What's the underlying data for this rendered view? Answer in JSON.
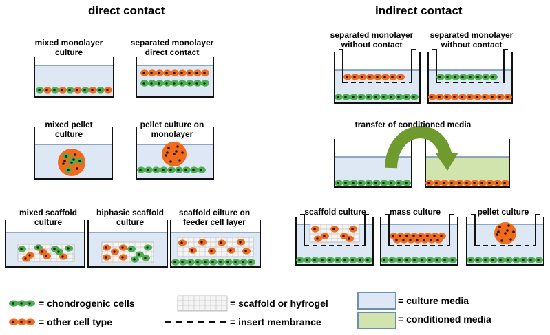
{
  "sections": {
    "direct": "direct contact",
    "indirect": "indirect contact"
  },
  "labels": {
    "mixed_monolayer": "mixed monolayer\nculture",
    "separated_direct": "separated monolayer\ndirect contact",
    "mixed_pellet": "mixed pellet\nculture",
    "pellet_on_monolayer": "pellet culture on\nmonolayer",
    "mixed_scaffold": "mixed scaffold\nculture",
    "biphasic_scaffold": "biphasic scaffold\nculture",
    "scaffold_feeder": "scaffold cilture on\nfeeder cell layer",
    "separated_without_1": "separated monolayer\nwithout contact",
    "separated_without_2": "separated monolayer\nwithout contact",
    "transfer_media": "transfer of conditioned media",
    "scaffold_culture": "scaffold culture",
    "mass_culture": "mass culture",
    "pellet_culture": "pellet culture"
  },
  "legend": {
    "chondrogenic": "= chondrogenic cells",
    "other": "= other cell type",
    "scaffold": "= scaffold or hyfrogel",
    "membrane": "= insert membrance",
    "culture_media": "= culture media",
    "conditioned_media": "= conditioned media"
  },
  "colors": {
    "chondrogenic": "#4caf50",
    "other_cell": "#f26a1b",
    "culture_media": "#dde8f4",
    "media_border": "#6f8fb0",
    "conditioned_media": "#d2e4ad",
    "arrow": "#6e9a2e"
  }
}
